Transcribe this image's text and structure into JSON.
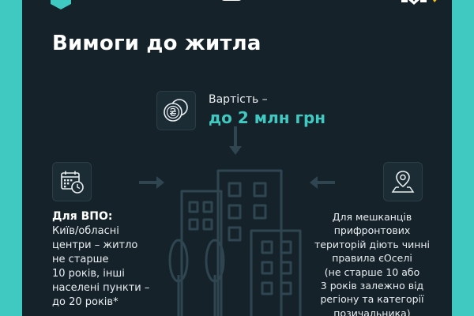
{
  "title": "Вимоги до житла",
  "cost": {
    "label": "Вартість –",
    "value": "до 2 млн грн",
    "icon": "coins-hryvnia-icon"
  },
  "vpo": {
    "icon": "calendar-clock-icon",
    "heading": "Для ВПО:",
    "lines": [
      "Київ/обласні",
      "центри – житло",
      "не старше",
      "10 років, інші",
      "населені пункти –",
      "до 20 років*"
    ]
  },
  "frontline": {
    "icon": "map-pin-icon",
    "lines": [
      "Для мешканців",
      "прифронтових",
      "територій діють чинні",
      "правила єОселі",
      "(не старше 10 або",
      "3 років залежно від",
      "регіону та категорії",
      "позичальника)"
    ]
  },
  "colors": {
    "accent": "#3fc9c0",
    "background": "#15222a",
    "frame": "#3fc9c0",
    "text": "#ffffff"
  }
}
